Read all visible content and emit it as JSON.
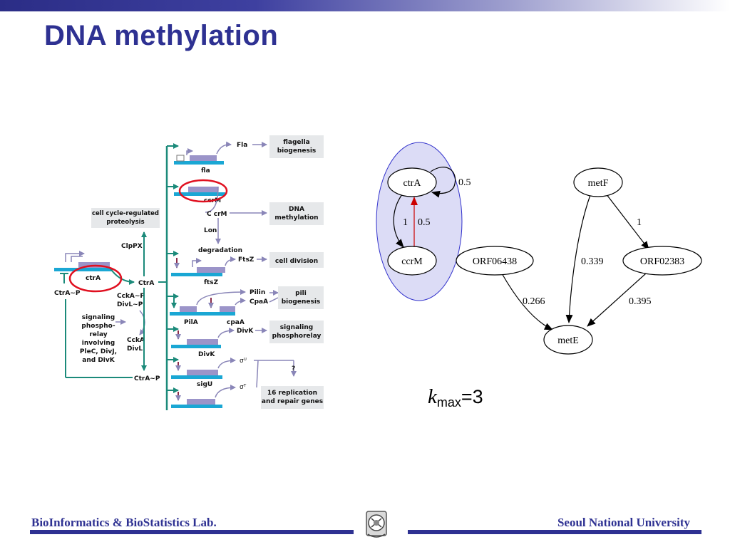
{
  "slide": {
    "title": "DNA methylation",
    "kmax": {
      "k": "k",
      "sub": "max",
      "eq": "=3"
    }
  },
  "figure": {
    "left_labels": {
      "cell_cycle_1": "cell cycle-regulated",
      "cell_cycle_2": "proteolysis",
      "clpx": "ClpPX",
      "ctra_gene": "ctrA",
      "ctra_p_left": "CtrA~P",
      "ctra_right": "CtrA",
      "ccka_p": "CckA~P",
      "divl_p": "DivL~P",
      "signaling_1": "signaling",
      "signaling_2": "phospho-",
      "signaling_3": "relay",
      "signaling_4": "involving",
      "signaling_5": "PleC, DivJ,",
      "signaling_6": "and DivK",
      "ccka": "CckA",
      "divl": "DivL",
      "ctra_p_bottom": "CtrA~P"
    },
    "genes": {
      "fla": "fla",
      "fla_protein": "Fla",
      "fla_out_1": "flagella",
      "fla_out_2": "biogenesis",
      "ccrm": "ccrM",
      "ccrm_protein": "C crM",
      "ccrm_out_1": "DNA",
      "ccrm_out_2": "methylation",
      "lon": "Lon",
      "degradation": "degradation",
      "ftsz": "ftsZ",
      "ftsz_protein": "FtsZ",
      "ftsz_out": "cell division",
      "pila": "PilA",
      "cpaa": "cpaA",
      "pilin": "Pilin",
      "cpaa_protein": "CpaA",
      "pili_out_1": "pili",
      "pili_out_2": "biogenesis",
      "divk": "DivK",
      "divk_protein": "DivK",
      "divk_out_1": "signaling",
      "divk_out_2": "phosphorelay",
      "sigu": "sigU",
      "sigma_u": "σᵁ",
      "sigma_t": "σᵀ",
      "question": "?",
      "repl_out_1": "16 replication",
      "repl_out_2": "and repair genes"
    }
  },
  "graph": {
    "nodes": {
      "ctrA": "ctrA",
      "ccrM": "ccrM",
      "metF": "metF",
      "ORF06438": "ORF06438",
      "ORF02383": "ORF02383",
      "metE": "metE"
    },
    "edges": {
      "ctrA_self": "0.5",
      "ctrA_ccrM": "1",
      "ccrM_ctrA": "0.5",
      "metF_ORF02383": "1",
      "metF_metE": "0.339",
      "ORF06438_metE": "0.266",
      "ORF02383_metE": "0.395"
    },
    "colors": {
      "cluster_fill": "#dcdcf6",
      "cluster_stroke": "#3333cc",
      "highlight_edge": "#cc0000"
    }
  },
  "footer": {
    "left": "BioInformatics & BioStatistics Lab.",
    "right": "Seoul National University"
  }
}
